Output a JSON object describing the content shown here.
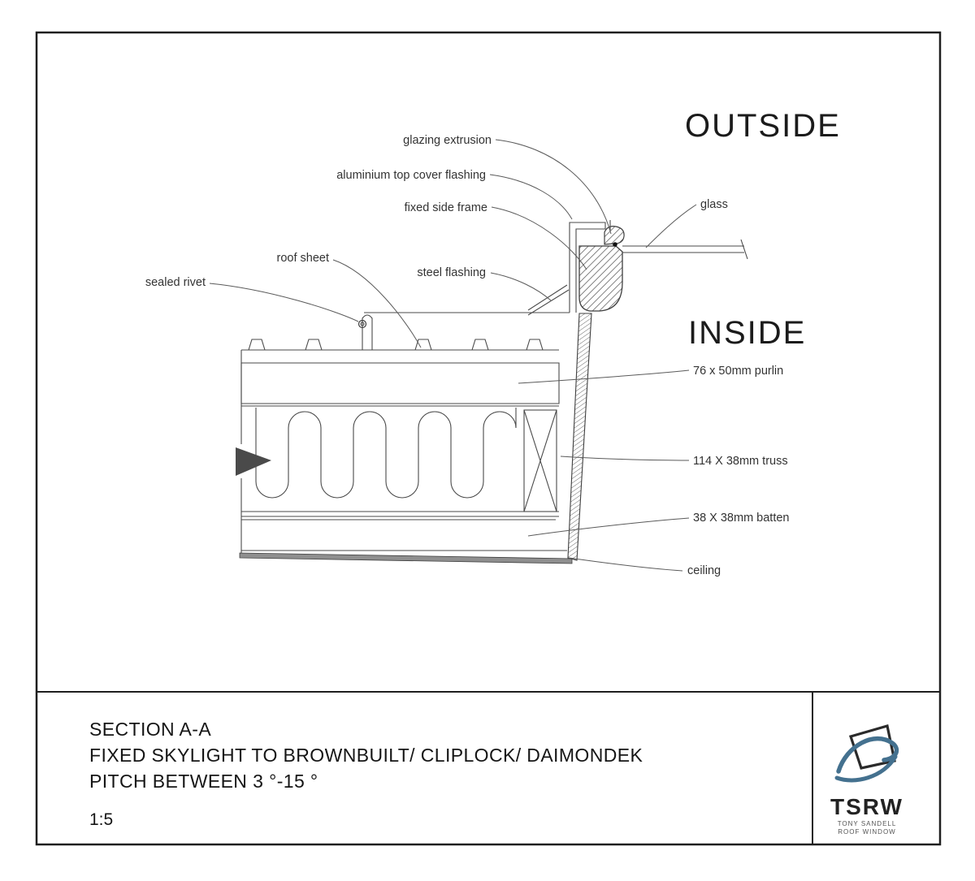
{
  "page": {
    "background": "#ffffff",
    "line_color": "#4a4a4a",
    "accent_blue": "#44718f"
  },
  "drawing": {
    "zone_labels": {
      "outside": "OUTSIDE",
      "inside": "INSIDE"
    },
    "callouts": [
      {
        "id": "glazing-extrusion",
        "text": "glazing extrusion"
      },
      {
        "id": "aluminium-top-cover-flashing",
        "text": "aluminium top cover flashing"
      },
      {
        "id": "fixed-side-frame",
        "text": "fixed side frame"
      },
      {
        "id": "glass",
        "text": "glass"
      },
      {
        "id": "roof-sheet",
        "text": "roof sheet"
      },
      {
        "id": "steel-flashing",
        "text": "steel flashing"
      },
      {
        "id": "sealed-rivet",
        "text": "sealed rivet"
      },
      {
        "id": "purlin",
        "text": "76 x 50mm purlin"
      },
      {
        "id": "truss",
        "text": "114 X 38mm truss"
      },
      {
        "id": "batten",
        "text": "38 X 38mm batten"
      },
      {
        "id": "ceiling",
        "text": "ceiling"
      }
    ]
  },
  "title_block": {
    "section": "SECTION A-A",
    "description": "FIXED SKYLIGHT TO BROWNBUILT/ CLIPLOCK/ DAIMONDEK",
    "pitch": "PITCH BETWEEN 3 °-15 °",
    "scale": "1:5"
  },
  "logo": {
    "name": "TSRW",
    "sub1": "TONY SANDELL",
    "sub2": "ROOF WINDOW"
  }
}
